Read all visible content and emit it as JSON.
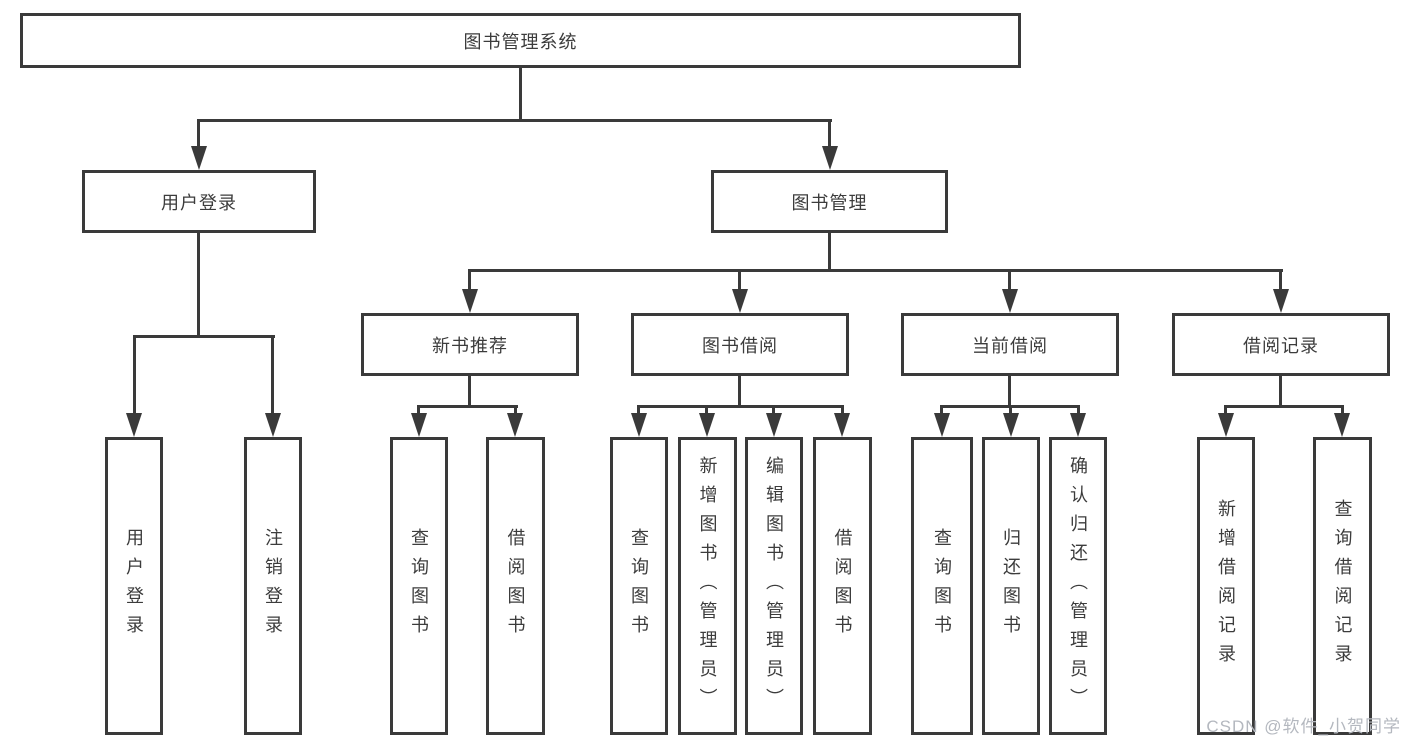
{
  "tree": {
    "root": {
      "label": "图书管理系统"
    },
    "children": [
      {
        "label": "用户登录",
        "children": [
          {
            "label": "用户登录"
          },
          {
            "label": "注销登录"
          }
        ]
      },
      {
        "label": "图书管理",
        "children": [
          {
            "label": "新书推荐",
            "children": [
              {
                "label": "查询图书"
              },
              {
                "label": "借阅图书"
              }
            ]
          },
          {
            "label": "图书借阅",
            "children": [
              {
                "label": "查询图书"
              },
              {
                "label": "新增图书（管理员）"
              },
              {
                "label": "编辑图书（管理员）"
              },
              {
                "label": "借阅图书"
              }
            ]
          },
          {
            "label": "当前借阅",
            "children": [
              {
                "label": "查询图书"
              },
              {
                "label": "归还图书"
              },
              {
                "label": "确认归还（管理员）"
              }
            ]
          },
          {
            "label": "借阅记录",
            "children": [
              {
                "label": "新增借阅记录"
              },
              {
                "label": "查询借阅记录"
              }
            ]
          }
        ]
      }
    ]
  },
  "watermark": "CSDN @软件_小贺同学",
  "colors": {
    "line": "#3a3a3a",
    "text": "#3c3c3c",
    "background": "#ffffff",
    "watermark": "#b4b8bf"
  }
}
